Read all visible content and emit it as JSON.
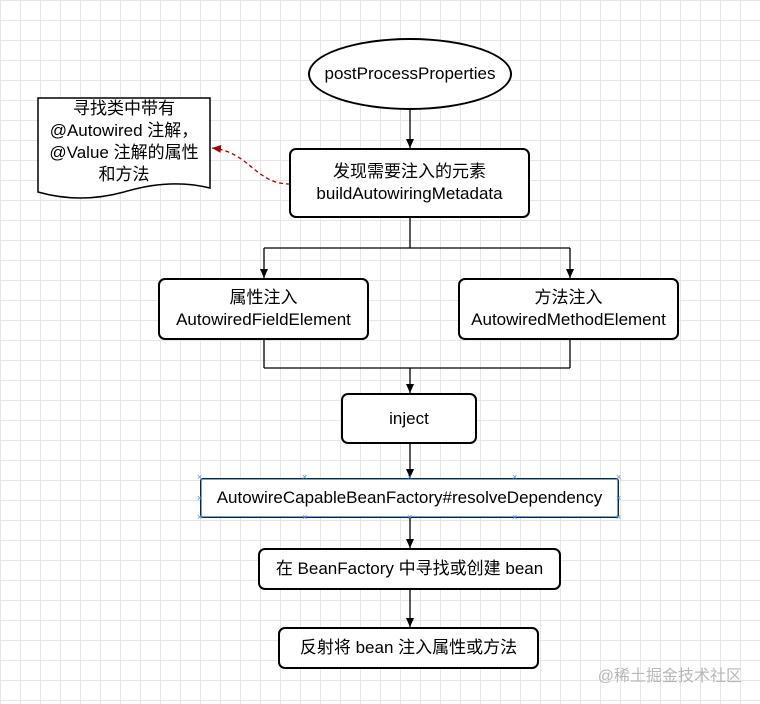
{
  "nodes": {
    "start": "postProcessProperties",
    "discover": {
      "line1": "发现需要注入的元素",
      "line2": "buildAutowiringMetadata"
    },
    "field": {
      "line1": "属性注入",
      "line2": "AutowiredFieldElement"
    },
    "method": {
      "line1": "方法注入",
      "line2": "AutowiredMethodElement"
    },
    "inject": "inject",
    "resolve": "AutowireCapableBeanFactory#resolveDependency",
    "find": "在 BeanFactory 中寻找或创建 bean",
    "reflect": "反射将 bean 注入属性或方法"
  },
  "note": {
    "line1": "寻找类中带有",
    "line2": "@Autowired 注解，",
    "line3": "@Value 注解的属性",
    "line4": "和方法"
  },
  "watermark": "@稀土掘金技术社区",
  "colors": {
    "annotation_arrow": "#a30000",
    "selection_handle": "#4a90d9"
  }
}
